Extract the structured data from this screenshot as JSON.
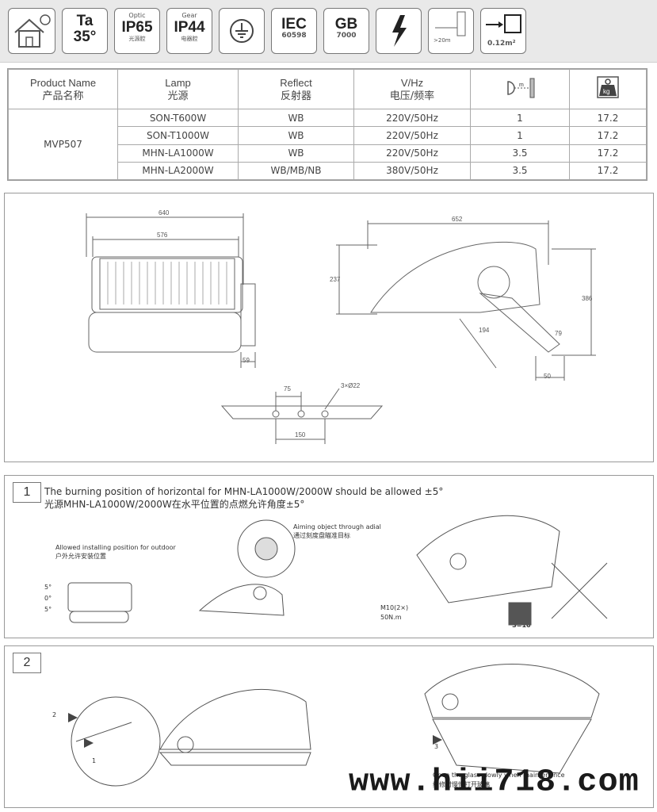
{
  "badges": {
    "ta": {
      "top": "Ta",
      "value": "35°"
    },
    "ip65": {
      "top": "Optic",
      "value": "IP65",
      "sub": "光源腔"
    },
    "ip44": {
      "top": "Gear",
      "value": "IP44",
      "sub": "电器腔"
    },
    "iec": {
      "value": "IEC",
      "sub": "60598"
    },
    "gb": {
      "value": "GB",
      "sub": "7000"
    },
    "distance": {
      "label": ">20m"
    },
    "area": {
      "label": "0.12m²"
    }
  },
  "spec_table": {
    "headers": [
      {
        "en": "Product Name",
        "zh": "产品名称"
      },
      {
        "en": "Lamp",
        "zh": "光源"
      },
      {
        "en": "Reflect",
        "zh": "反射器"
      },
      {
        "en": "V/Hz",
        "zh": "电压/频率"
      }
    ],
    "weight_icon_label": "kg",
    "distance_icon_label": "m",
    "product": "MVP507",
    "rows": [
      {
        "lamp": "SON-T600W",
        "reflect": "WB",
        "vhz": "220V/50Hz",
        "dist": "1",
        "weight": "17.2"
      },
      {
        "lamp": "SON-T1000W",
        "reflect": "WB",
        "vhz": "220V/50Hz",
        "dist": "1",
        "weight": "17.2"
      },
      {
        "lamp": "MHN-LA1000W",
        "reflect": "WB",
        "vhz": "220V/50Hz",
        "dist": "3.5",
        "weight": "17.2"
      },
      {
        "lamp": "MHN-LA2000W",
        "reflect": "WB/MB/NB",
        "vhz": "380V/50Hz",
        "dist": "3.5",
        "weight": "17.2"
      }
    ]
  },
  "dimensions": {
    "front_width": "640",
    "front_inner": "576",
    "front_depth": "59",
    "side_width": "652",
    "side_height_left": "237",
    "side_height_right": "386",
    "arm_len": "194",
    "arm_off": "79",
    "base_w": "50",
    "bracket_hole_pitch": "75",
    "bracket_holes": "3×Ø22",
    "bracket_span": "150"
  },
  "step1": {
    "number": "1",
    "title_en": "The burning position of horizontal for MHN-LA1000W/2000W should be allowed ±5°",
    "title_zh": "光源MHN-LA1000W/2000W在水平位置的点燃允许角度±5°",
    "outdoor_en": "Allowed installing position for outdoor",
    "outdoor_zh": "户外允许安装位置",
    "aim_en": "Aiming object through adial",
    "aim_zh": "通过刻度盘瞄准目标",
    "angles": [
      "5°",
      "0°",
      "5°"
    ],
    "bolt": "M10(2×)",
    "torque": "50N.m",
    "wrench": "S=16"
  },
  "step2": {
    "number": "2",
    "callouts": [
      "2",
      "1",
      "3"
    ],
    "caution_en": "Open the glass slowly when maintenance",
    "caution_zh": "维修时慢慢打开玻璃"
  },
  "watermark": "www.hii718.com"
}
